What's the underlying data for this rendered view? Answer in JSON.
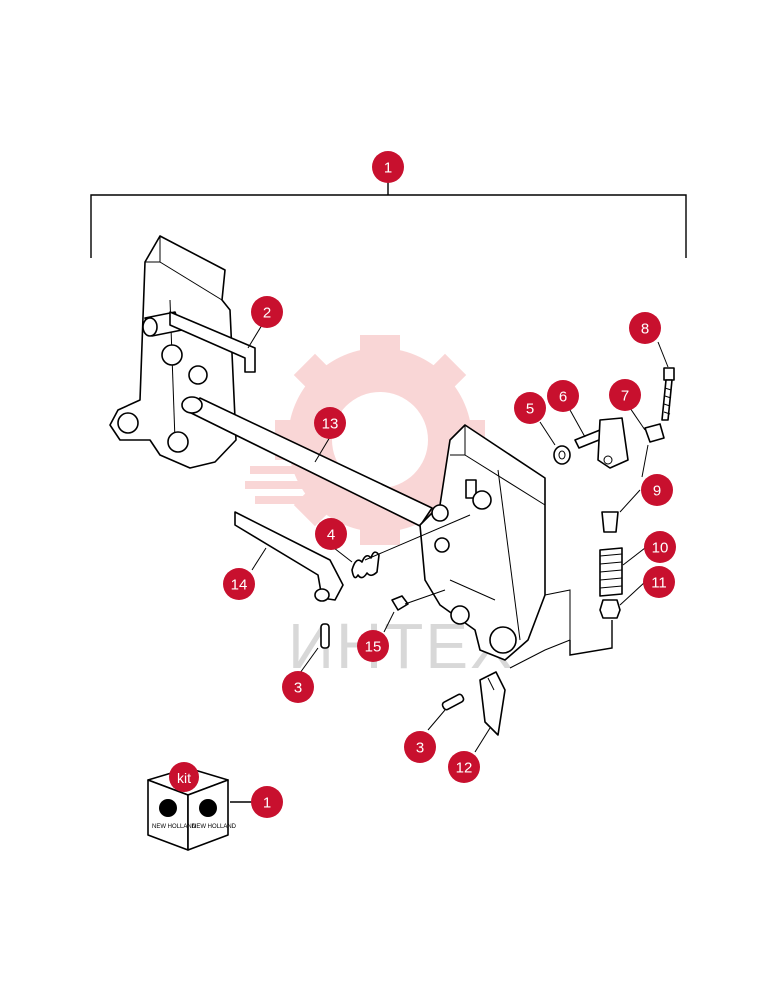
{
  "watermark": {
    "text": "ИНТЕХ",
    "color": "#f5c2c2"
  },
  "callout_color": "#c8102e",
  "callouts": [
    {
      "label": "1"
    },
    {
      "label": "2"
    },
    {
      "label": "13"
    },
    {
      "label": "4"
    },
    {
      "label": "14"
    },
    {
      "label": "3"
    },
    {
      "label": "15"
    },
    {
      "label": "5"
    },
    {
      "label": "6"
    },
    {
      "label": "7"
    },
    {
      "label": "8"
    },
    {
      "label": "9"
    },
    {
      "label": "10"
    },
    {
      "label": "11"
    },
    {
      "label": "3"
    },
    {
      "label": "12"
    },
    {
      "label": "1"
    }
  ],
  "kit": {
    "badge": "kit",
    "brand": "NEW HOLLAND"
  }
}
